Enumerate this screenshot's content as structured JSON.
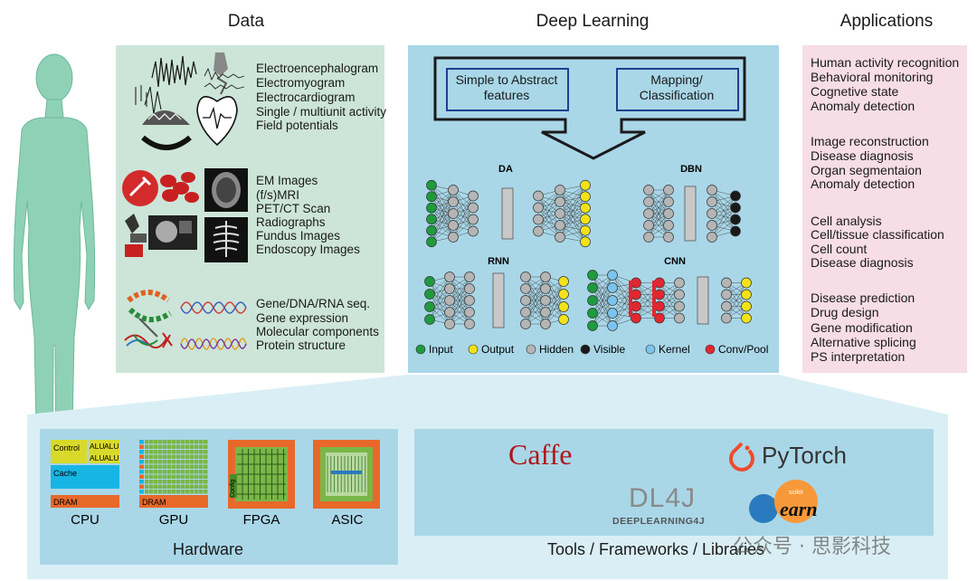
{
  "headings": {
    "data": "Data",
    "deep_learning": "Deep Learning",
    "applications": "Applications"
  },
  "data_groups": [
    {
      "items": [
        "Electroencephalogram",
        "Electromyogram",
        "Electrocardiogram",
        "Single / multiunit activity",
        "Field potentials"
      ]
    },
    {
      "items": [
        "EM Images",
        "(f/s)MRI",
        "PET/CT Scan",
        "Radiographs",
        "Fundus Images",
        "Endoscopy Images"
      ]
    },
    {
      "items": [
        "Gene/DNA/RNA seq.",
        "Gene expression",
        "Molecular components",
        "Protein structure"
      ]
    }
  ],
  "deep_learning": {
    "box_left": "Simple to Abstract features",
    "box_right": "Mapping/ Classification",
    "networks": {
      "da": "DA",
      "dbn": "DBN",
      "rnn": "RNN",
      "cnn": "CNN"
    },
    "legend": [
      {
        "label": "Input",
        "color": "#1e9b3e"
      },
      {
        "label": "Output",
        "color": "#f2e21a"
      },
      {
        "label": "Hidden",
        "color": "#b5b5b5"
      },
      {
        "label": "Visible",
        "color": "#1a1a1a"
      },
      {
        "label": "Kernel",
        "color": "#7cc4ec"
      },
      {
        "label": "Conv/Pool",
        "color": "#e3262f"
      }
    ]
  },
  "application_groups": [
    {
      "items": [
        "Human activity recognition",
        "Behavioral monitoring",
        "Cognetive state",
        "Anomaly detection"
      ]
    },
    {
      "items": [
        "Image reconstruction",
        "Disease diagnosis",
        "Organ segmentaion",
        "Anomaly detection"
      ]
    },
    {
      "items": [
        "Cell analysis",
        "Cell/tissue classification",
        "Cell count",
        "Disease diagnosis"
      ]
    },
    {
      "items": [
        "Disease prediction",
        "Drug design",
        "Gene modification",
        "Alternative splicing",
        "PS interpretation"
      ]
    }
  ],
  "hardware": {
    "title": "Hardware",
    "chips": [
      "CPU",
      "GPU",
      "FPGA",
      "ASIC"
    ],
    "cpu_parts": {
      "control": "Control",
      "alu": "ALU",
      "cache": "Cache",
      "dram": "DRAM"
    },
    "gpu_parts": {
      "dram": "DRAM"
    },
    "fpga_parts": {
      "config": "Config"
    }
  },
  "tools": {
    "title": "Tools / Frameworks / Libraries",
    "caffe": "Caffe",
    "pytorch": "PyTorch",
    "dl4j": "DL4J",
    "dl4j_sub": "DEEPLEARNING4J",
    "sklearn_small": "scikit",
    "sklearn_big": "earn"
  },
  "watermark": "公众号 · 思影科技",
  "colors": {
    "data_panel": "#cce5d8",
    "dl_panel": "#a9d7e8",
    "app_panel": "#f6dde6",
    "bottom_band": "#daeff5",
    "caffe_red": "#b1151a",
    "pytorch_orange": "#ee4c2c",
    "orange": "#e8682a",
    "cache_blue": "#17b5e4",
    "alu_yellow": "#d9d92b",
    "fpga_green": "#7ab648"
  }
}
